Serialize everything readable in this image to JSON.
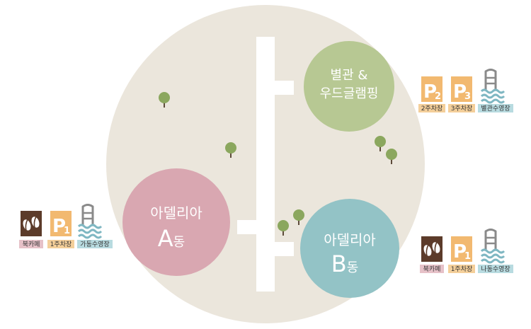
{
  "colors": {
    "background": "#ffffff",
    "main_circle": "#ebe6dc",
    "road": "#ffffff",
    "annex_circle": "#b7c893",
    "building_a_circle": "#d9a7b1",
    "building_b_circle": "#93c3c6",
    "tree_foliage": "#8ba75e",
    "tree_trunk": "#5d4b3a",
    "parking_badge": "#f2b970",
    "cafe_badge": "#5c3b2a",
    "pool_water": "#7fb7c2",
    "caption_bg_pink": "#e6c1c8",
    "caption_bg_orange": "#f4cf9a",
    "caption_bg_teal": "#b8dbe0"
  },
  "buildings": {
    "annex": {
      "line1": "별관 &",
      "line2": "우드글램핑"
    },
    "a": {
      "line1": "아델리아",
      "letter": "A",
      "suffix": "동"
    },
    "b": {
      "line1": "아델리아",
      "letter": "B",
      "suffix": "동"
    }
  },
  "facilities": {
    "left": {
      "cafe": {
        "icon": "coffee-bean-icon",
        "caption": "북카페"
      },
      "parking": {
        "icon": "parking-icon",
        "letter": "P",
        "number": "1",
        "caption": "1주차장"
      },
      "pool": {
        "icon": "pool-ladder-icon",
        "caption": "가동수영장"
      }
    },
    "top_right": {
      "parking2": {
        "icon": "parking-icon",
        "letter": "P",
        "number": "2",
        "caption": "2주차장"
      },
      "parking3": {
        "icon": "parking-icon",
        "letter": "P",
        "number": "3",
        "caption": "3주차장"
      },
      "pool": {
        "icon": "pool-ladder-icon",
        "caption": "별관수영장"
      }
    },
    "bottom_right": {
      "cafe": {
        "icon": "coffee-bean-icon",
        "caption": "북카페"
      },
      "parking": {
        "icon": "parking-icon",
        "letter": "P",
        "number": "1",
        "caption": "1주차장"
      },
      "pool": {
        "icon": "pool-ladder-icon",
        "caption": "나동수영장"
      }
    }
  }
}
